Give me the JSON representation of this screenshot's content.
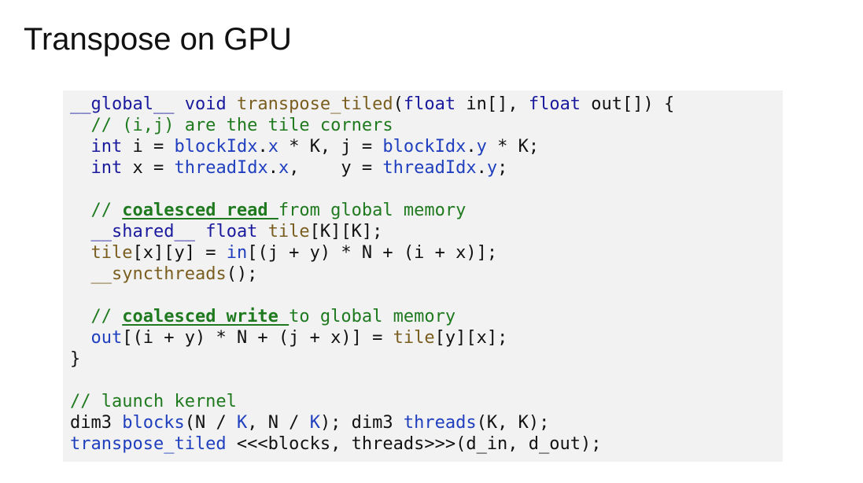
{
  "slide": {
    "title": "Transpose on GPU"
  },
  "code": {
    "lines": [
      [
        {
          "t": "__global__",
          "c": "kw"
        },
        {
          "t": " ",
          "c": "tx"
        },
        {
          "t": "void",
          "c": "kw"
        },
        {
          "t": " ",
          "c": "tx"
        },
        {
          "t": "transpose_tiled",
          "c": "fn"
        },
        {
          "t": "(",
          "c": "tx"
        },
        {
          "t": "float",
          "c": "kw"
        },
        {
          "t": " in[], ",
          "c": "tx"
        },
        {
          "t": "float",
          "c": "kw"
        },
        {
          "t": " out[]) {",
          "c": "tx"
        }
      ],
      [
        {
          "t": "  // (i,j) are the tile corners",
          "c": "cm"
        }
      ],
      [
        {
          "t": "  ",
          "c": "tx"
        },
        {
          "t": "int",
          "c": "kw"
        },
        {
          "t": " i = ",
          "c": "tx"
        },
        {
          "t": "blockIdx",
          "c": "id"
        },
        {
          "t": ".",
          "c": "tx"
        },
        {
          "t": "x",
          "c": "id"
        },
        {
          "t": " * K, j = ",
          "c": "tx"
        },
        {
          "t": "blockIdx",
          "c": "id"
        },
        {
          "t": ".",
          "c": "tx"
        },
        {
          "t": "y",
          "c": "id"
        },
        {
          "t": " * K;",
          "c": "tx"
        }
      ],
      [
        {
          "t": "  ",
          "c": "tx"
        },
        {
          "t": "int",
          "c": "kw"
        },
        {
          "t": " x = ",
          "c": "tx"
        },
        {
          "t": "threadIdx",
          "c": "id"
        },
        {
          "t": ".",
          "c": "tx"
        },
        {
          "t": "x",
          "c": "id"
        },
        {
          "t": ",    y = ",
          "c": "tx"
        },
        {
          "t": "threadIdx",
          "c": "id"
        },
        {
          "t": ".",
          "c": "tx"
        },
        {
          "t": "y",
          "c": "id"
        },
        {
          "t": ";",
          "c": "tx"
        }
      ],
      [
        {
          "t": "",
          "c": "tx"
        }
      ],
      [
        {
          "t": "  // ",
          "c": "cm"
        },
        {
          "t": "coalesced read ",
          "c": "cmb"
        },
        {
          "t": "from global memory",
          "c": "cm"
        }
      ],
      [
        {
          "t": "  ",
          "c": "tx"
        },
        {
          "t": "__shared__",
          "c": "kw"
        },
        {
          "t": " ",
          "c": "tx"
        },
        {
          "t": "float",
          "c": "kw"
        },
        {
          "t": " ",
          "c": "tx"
        },
        {
          "t": "tile",
          "c": "fn"
        },
        {
          "t": "[K][K];",
          "c": "tx"
        }
      ],
      [
        {
          "t": "  ",
          "c": "tx"
        },
        {
          "t": "tile",
          "c": "fn"
        },
        {
          "t": "[x][y] = ",
          "c": "tx"
        },
        {
          "t": "in",
          "c": "id"
        },
        {
          "t": "[(j + y) * N + (i + x)];",
          "c": "tx"
        }
      ],
      [
        {
          "t": "  ",
          "c": "tx"
        },
        {
          "t": "__syncthreads",
          "c": "fn"
        },
        {
          "t": "();",
          "c": "tx"
        }
      ],
      [
        {
          "t": "",
          "c": "tx"
        }
      ],
      [
        {
          "t": "  // ",
          "c": "cm"
        },
        {
          "t": "coalesced write ",
          "c": "cmb"
        },
        {
          "t": "to global memory",
          "c": "cm"
        }
      ],
      [
        {
          "t": "  ",
          "c": "tx"
        },
        {
          "t": "out",
          "c": "id"
        },
        {
          "t": "[(i + y) * N + (j + x)] = ",
          "c": "tx"
        },
        {
          "t": "tile",
          "c": "fn"
        },
        {
          "t": "[y][x];",
          "c": "tx"
        }
      ],
      [
        {
          "t": "}",
          "c": "tx"
        }
      ],
      [
        {
          "t": "",
          "c": "tx"
        }
      ],
      [
        {
          "t": "// launch kernel",
          "c": "cm"
        }
      ],
      [
        {
          "t": "dim3 ",
          "c": "tx"
        },
        {
          "t": "blocks",
          "c": "id"
        },
        {
          "t": "(N / ",
          "c": "tx"
        },
        {
          "t": "K",
          "c": "id"
        },
        {
          "t": ", N / ",
          "c": "tx"
        },
        {
          "t": "K",
          "c": "id"
        },
        {
          "t": "); dim3 ",
          "c": "tx"
        },
        {
          "t": "threads",
          "c": "id"
        },
        {
          "t": "(K, K);",
          "c": "tx"
        }
      ],
      [
        {
          "t": "transpose_tiled",
          "c": "id"
        },
        {
          "t": " <<<blocks, threads>>>(d_in, d_out);",
          "c": "tx"
        }
      ]
    ]
  }
}
